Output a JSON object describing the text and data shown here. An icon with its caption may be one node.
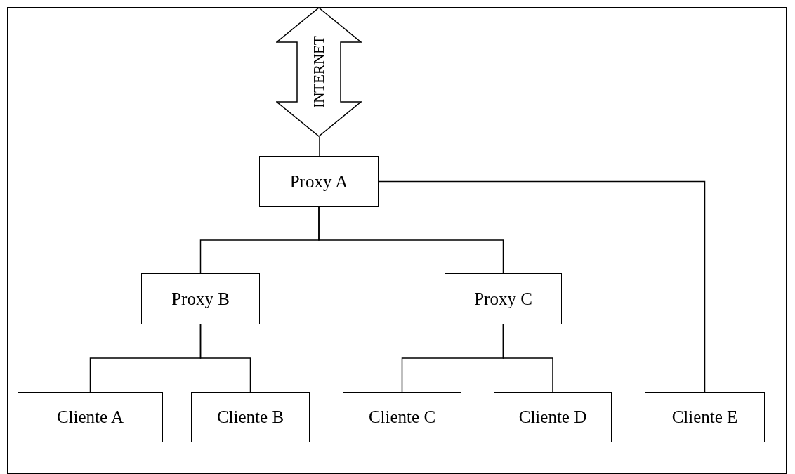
{
  "diagram": {
    "nodes": [
      {
        "text": [
          "INTERNET"
        ]
      },
      {
        "text": [
          "Proxy A"
        ]
      },
      {
        "text": [
          "Proxy B"
        ]
      },
      {
        "text": [
          "Proxy C"
        ]
      },
      {
        "text": [
          "Cliente A"
        ]
      },
      {
        "text": [
          "Cliente B"
        ]
      },
      {
        "text": [
          "Cliente C"
        ]
      },
      {
        "text": [
          "Cliente D"
        ]
      },
      {
        "text": [
          "Cliente E"
        ]
      }
    ],
    "edges": [
      {
        "from": 0,
        "to": 1,
        "arrow": "none"
      },
      {
        "from": 1,
        "to": 2,
        "arrow": "none"
      },
      {
        "from": 1,
        "to": 3,
        "arrow": "none"
      },
      {
        "from": 1,
        "to": 8,
        "arrow": "none"
      },
      {
        "from": 2,
        "to": 4,
        "arrow": "none"
      },
      {
        "from": 2,
        "to": 5,
        "arrow": "none"
      },
      {
        "from": 3,
        "to": 6,
        "arrow": "none"
      },
      {
        "from": 3,
        "to": 7,
        "arrow": "none"
      }
    ]
  }
}
